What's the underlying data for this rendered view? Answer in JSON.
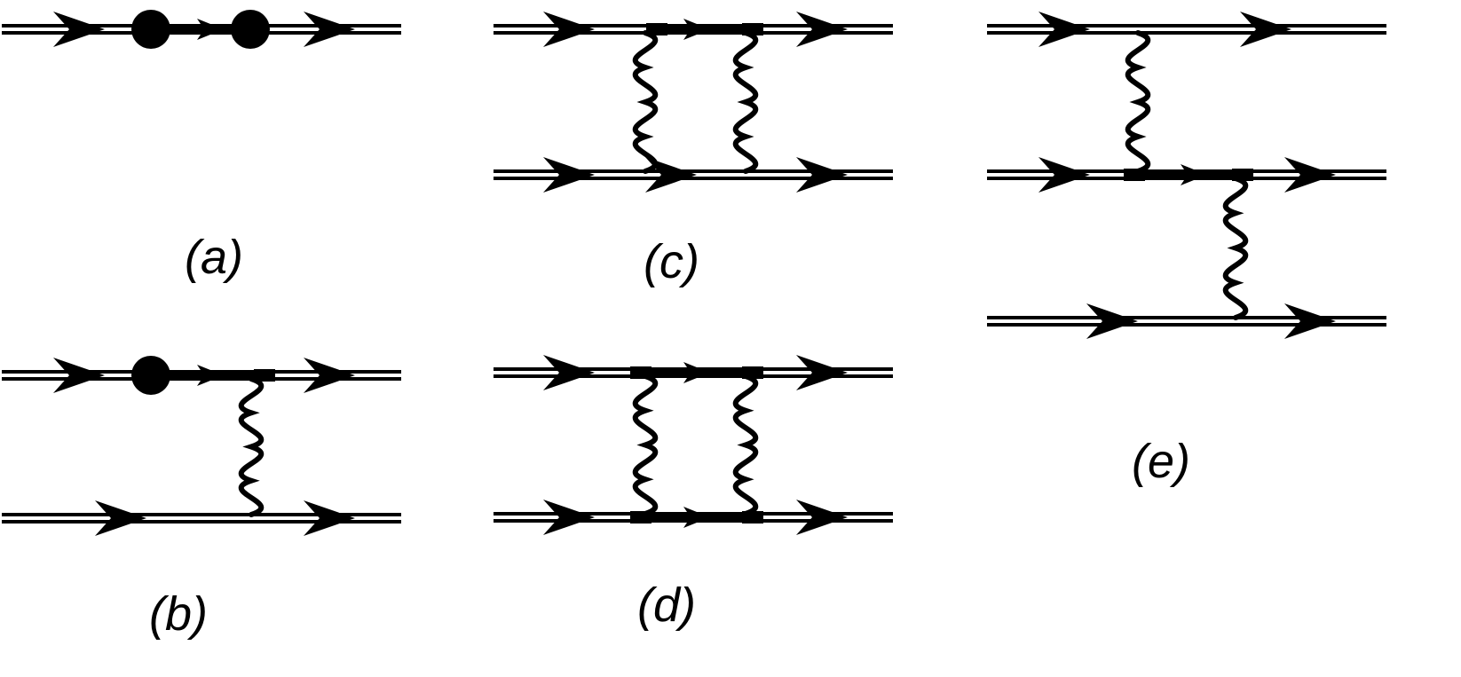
{
  "colors": {
    "ink": "#000000",
    "paper": "#ffffff"
  },
  "labels": {
    "a": "(a)",
    "b": "(b)",
    "c": "(c)",
    "d": "(d)",
    "e": "(e)"
  }
}
